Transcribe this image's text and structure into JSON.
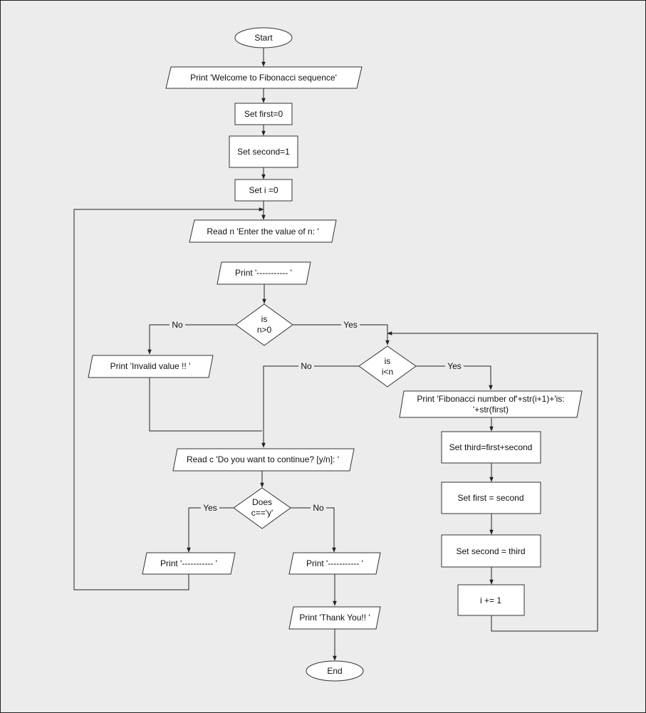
{
  "nodes": {
    "start": "Start",
    "print_welcome": "Print  'Welcome to Fibonacci sequence'",
    "set_first": "Set first=0",
    "set_second": "Set second=1",
    "set_i": "Set i =0",
    "read_n": "Read n  'Enter the value of  n: '",
    "print_dash_top": "Print '----------- '",
    "is_n_pos": [
      "is",
      "n>0"
    ],
    "print_invalid": "Print 'Invalid value !! '",
    "is_i_lt_n": [
      "is",
      "i<n"
    ],
    "print_fib": [
      "Print 'Fibonacci number of'+str(i+1)+'is:",
      "'+str(first)"
    ],
    "set_third": "Set third=first+second",
    "set_first_second": "Set first = second",
    "set_second_third": "Set second = third",
    "incr_i": "i += 1",
    "read_c": "Read c  'Do you want to continue? [y/n]: '",
    "does_c_y": [
      "Does",
      "c=='y'"
    ],
    "print_dash_yes": "Print '----------- '",
    "print_dash_no": "Print '----------- '",
    "print_thanks": "Print 'Thank You!! '",
    "end": "End"
  },
  "edge_labels": {
    "n_pos_no": "No",
    "n_pos_yes": "Yes",
    "i_lt_n_no": "No",
    "i_lt_n_yes": "Yes",
    "c_y_yes": "Yes",
    "c_y_no": "No"
  },
  "colors": {
    "background": "#ececec",
    "shape_fill": "#ffffff",
    "stroke": "#222222"
  }
}
